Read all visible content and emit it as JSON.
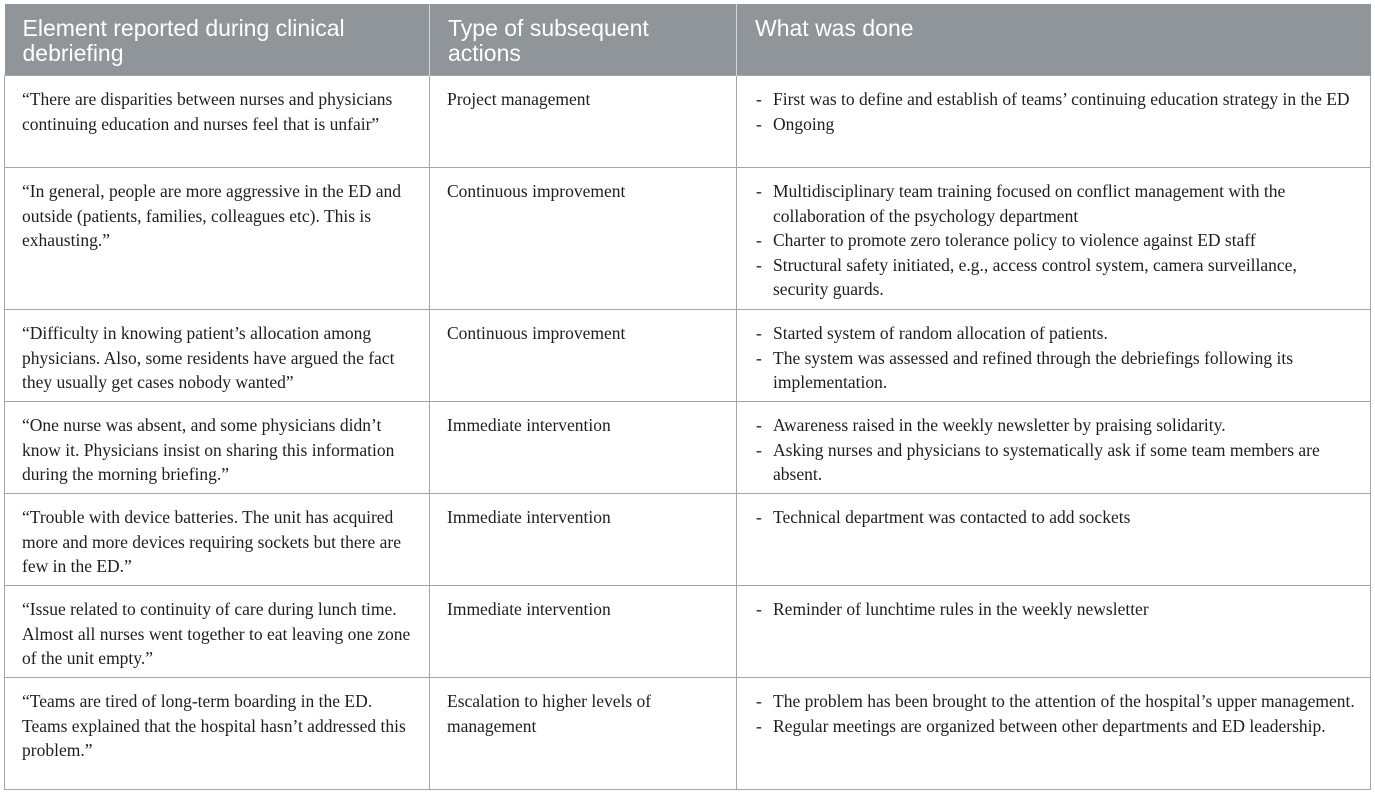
{
  "table": {
    "headers": [
      "Element reported during clinical debriefing",
      "Type of subsequent actions",
      "What was done"
    ],
    "rows": [
      {
        "element": "“There are disparities between nurses and physicians continuing education and nurses feel that is unfair”",
        "type": "Project management",
        "actions": [
          "First was to define and establish of teams’ continuing education strategy in the ED",
          " Ongoing"
        ]
      },
      {
        "element": "“In general, people are more aggressive in the ED and outside (patients, families, colleagues etc). This is exhausting.”",
        "type": "Continuous improvement",
        "actions": [
          "Multidisciplinary team training focused on conflict management with the collaboration of the psychology department",
          "Charter to promote zero tolerance policy to violence against ED staff",
          "Structural safety initiated, e.g., access control system, camera surveillance, security guards."
        ]
      },
      {
        "element": "“Difficulty in knowing patient’s allocation among physicians. Also, some residents have argued the fact they usually get cases nobody wanted”",
        "type": "Continuous improvement",
        "actions": [
          "Started system of random allocation of patients.",
          "The system was assessed and refined through the debriefings following its implementation."
        ]
      },
      {
        "element": "“One nurse was absent, and some physicians didn’t know it. Physicians insist on sharing this information during the morning briefing.”",
        "type": "Immediate intervention",
        "actions": [
          "Awareness raised in the weekly newsletter by praising solidarity.",
          "Asking nurses and physicians to systematically ask if some team members are absent."
        ]
      },
      {
        "element": "“Trouble with device batteries. The unit has acquired more and more devices requiring sockets but there are few in the ED.”",
        "type": "Immediate intervention",
        "actions": [
          "Technical department was contacted to add sockets"
        ]
      },
      {
        "element": "“Issue related to continuity of care during lunch time. Almost all nurses went together to eat leaving one zone of the unit empty.”",
        "type": "Immediate intervention",
        "actions": [
          "Reminder of lunchtime rules in the weekly newsletter"
        ]
      },
      {
        "element": "“Teams are tired of long-term boarding in the ED. Teams explained that the hospital hasn’t addressed this problem.”",
        "type": "Escalation to higher levels of management",
        "actions": [
          "The problem has been brought to the attention of the hospital’s upper management.",
          "Regular meetings are organized between other departments and ED leadership."
        ]
      }
    ]
  }
}
